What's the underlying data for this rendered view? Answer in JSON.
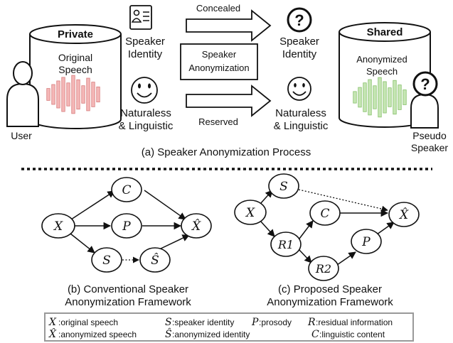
{
  "top": {
    "private_label": "Private",
    "original_speech": [
      "Original",
      "Speech"
    ],
    "user_label": "User",
    "speaker_identity": [
      "Speaker",
      "Identity"
    ],
    "naturalness": [
      "Naturaless",
      "& Linguistic"
    ],
    "concealed": "Concealed",
    "reserved": "Reserved",
    "box_label": [
      "Speaker",
      "Anonymization"
    ],
    "right_speaker_identity": [
      "Speaker",
      "Identity"
    ],
    "right_naturalness": [
      "Naturaless",
      "& Linguistic"
    ],
    "shared_label": "Shared",
    "anonymized_speech": [
      "Anonymized",
      "Speech"
    ],
    "pseudo_speaker": [
      "Pseudo",
      "Speaker"
    ],
    "caption": "(a) Speaker Anonymization Process",
    "red_bars": [
      0.3,
      0.5,
      0.68,
      0.86,
      0.58,
      0.96,
      0.74,
      0.44,
      0.82,
      0.62,
      0.38
    ],
    "green_bars": [
      0.28,
      0.48,
      0.7,
      0.86,
      0.56,
      0.96,
      0.76,
      0.46,
      0.82,
      0.6,
      0.36
    ],
    "colors": {
      "red": "#f4b7b7",
      "red_stroke": "#d77c7c",
      "green": "#c6e6b4",
      "green_stroke": "#86c06a"
    }
  },
  "diagram_b": {
    "nodes": {
      "x": "X",
      "c": "C",
      "p": "P",
      "s": "S",
      "s_hat": "Ŝ",
      "x_hat": "X̂"
    },
    "caption": [
      "(b) Conventional Speaker",
      "Anonymization Framework"
    ]
  },
  "diagram_c": {
    "nodes": {
      "x": "X",
      "s": "S",
      "r1": "R1",
      "c": "C",
      "r2": "R2",
      "p": "P",
      "x_hat": "X̂"
    },
    "caption": [
      "(c) Proposed Speaker",
      "Anonymization Framework"
    ]
  },
  "legend": {
    "row1": [
      {
        "sym": "X",
        "text": ":original speech"
      },
      {
        "sym": "S",
        "text": ":speaker identity"
      },
      {
        "sym": "P",
        "text": ":prosody"
      },
      {
        "sym": "R",
        "text": ":residual information"
      }
    ],
    "row2": [
      {
        "sym": "X̂",
        "text": ":anonymized speech"
      },
      {
        "sym": "Ŝ",
        "text": ":anonymized identity"
      },
      {
        "sym": "C",
        "text": ":linguistic content"
      }
    ]
  }
}
